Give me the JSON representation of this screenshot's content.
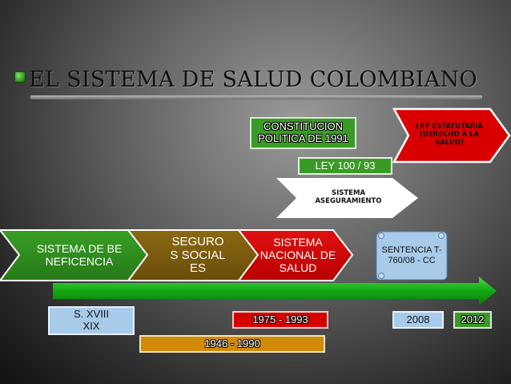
{
  "slide": {
    "title": "EL SISTEMA DE SALUD COLOMBIANO"
  },
  "top_boxes": {
    "constitucion": "CONSTITUCION POLITICA DE 1991",
    "ley_estatutaria": "LEY ESTATUTARIA (DERECHO A LA SALUD)",
    "ley_100": "LEY 100 / 93",
    "sistema_aseguramiento": "SISTEMA ASEGURAMIENTO"
  },
  "chevrons": [
    {
      "label": "SISTEMA DE BENEFICENCIA",
      "color": "#2e8a1e"
    },
    {
      "label": "SEGUROS SOCIALES",
      "color": "#7a5a0d"
    },
    {
      "label": "SISTEMA NACIONAL DE SALUD",
      "color": "#d40000"
    }
  ],
  "sentencia": "SENTENCIA T-760/08 - CC",
  "timeline": {
    "s_xviii": "S. XVIII XIX",
    "range_1975": "1975 - 1993",
    "year_2008": "2008",
    "year_2012": "2012",
    "range_1946": "1946 - 1990"
  },
  "colors": {
    "green": "#2e8a1e",
    "brown": "#7a5a0d",
    "red": "#d40000",
    "light_blue": "#a8cbea",
    "orange": "#d08a06",
    "ley100_green": "#3a9a26"
  }
}
